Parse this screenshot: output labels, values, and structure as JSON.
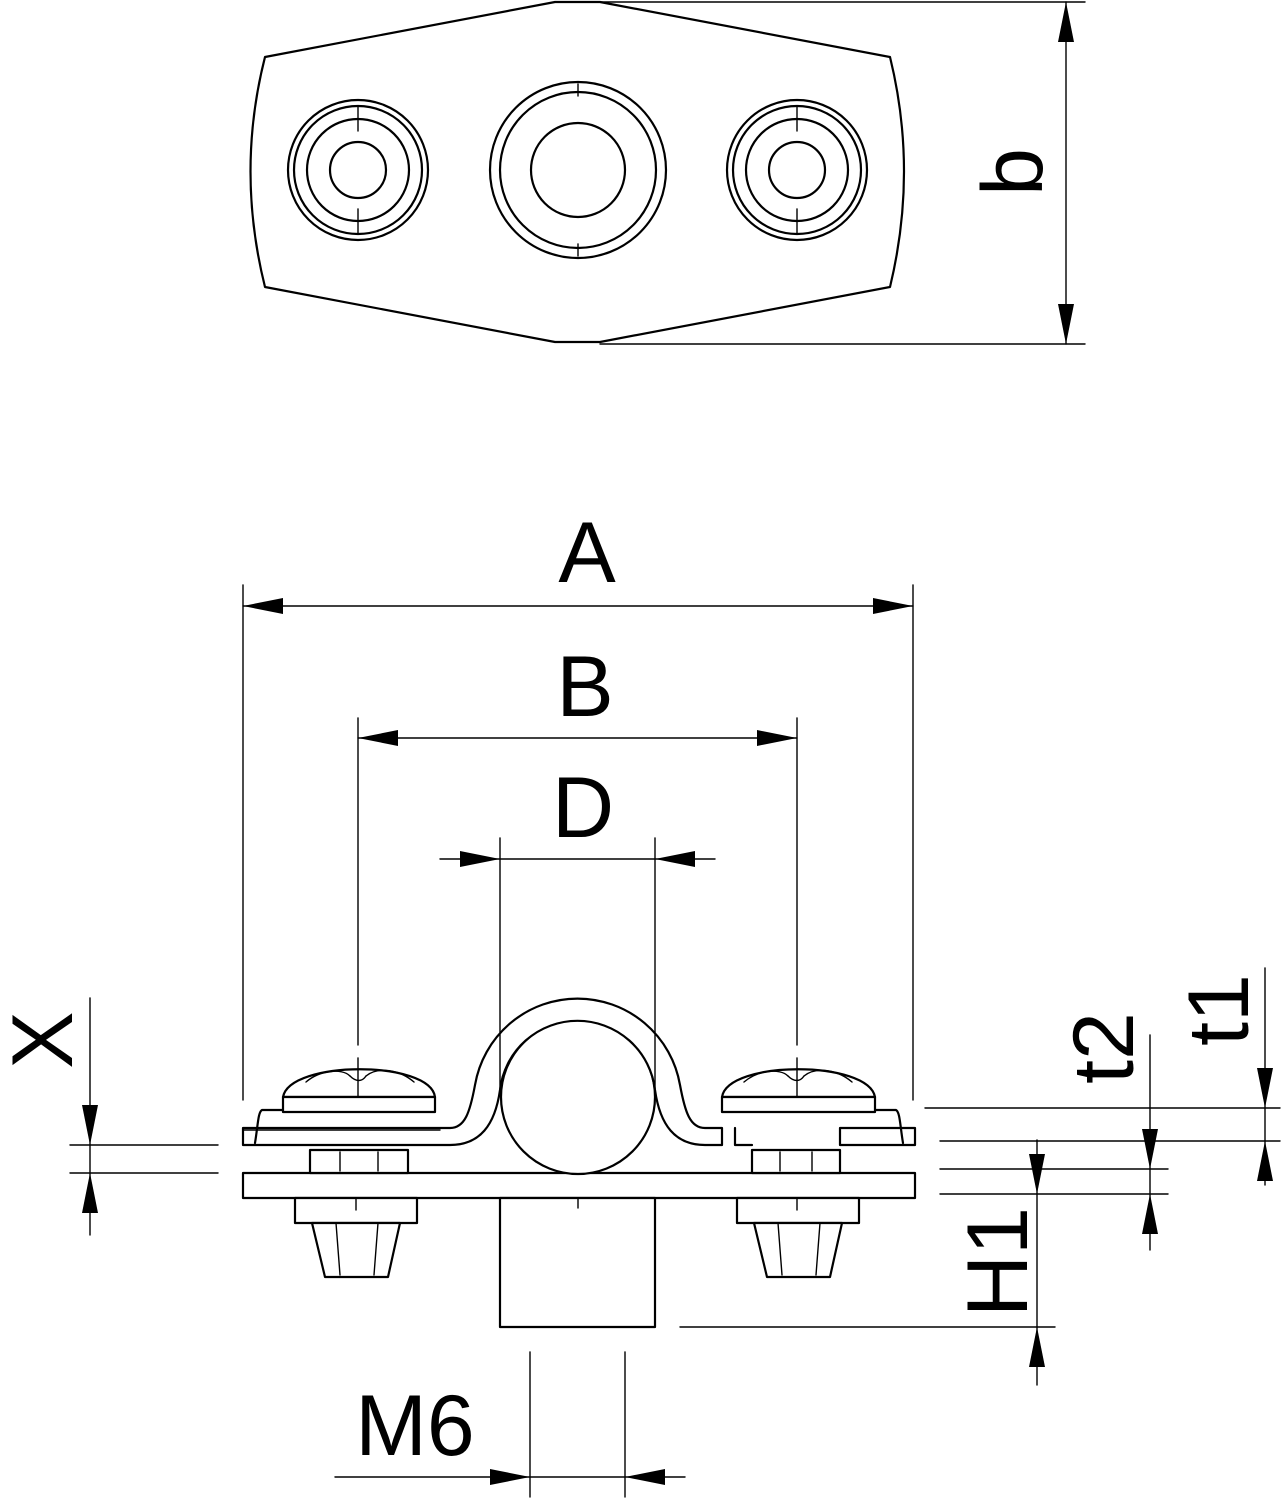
{
  "labels": {
    "b": "b",
    "A": "A",
    "B": "B",
    "D": "D",
    "X": "X",
    "t1": "t1",
    "t2": "t2",
    "H1": "H1",
    "M6": "M6"
  },
  "colors": {
    "line": "#000000",
    "background": "#ffffff"
  }
}
